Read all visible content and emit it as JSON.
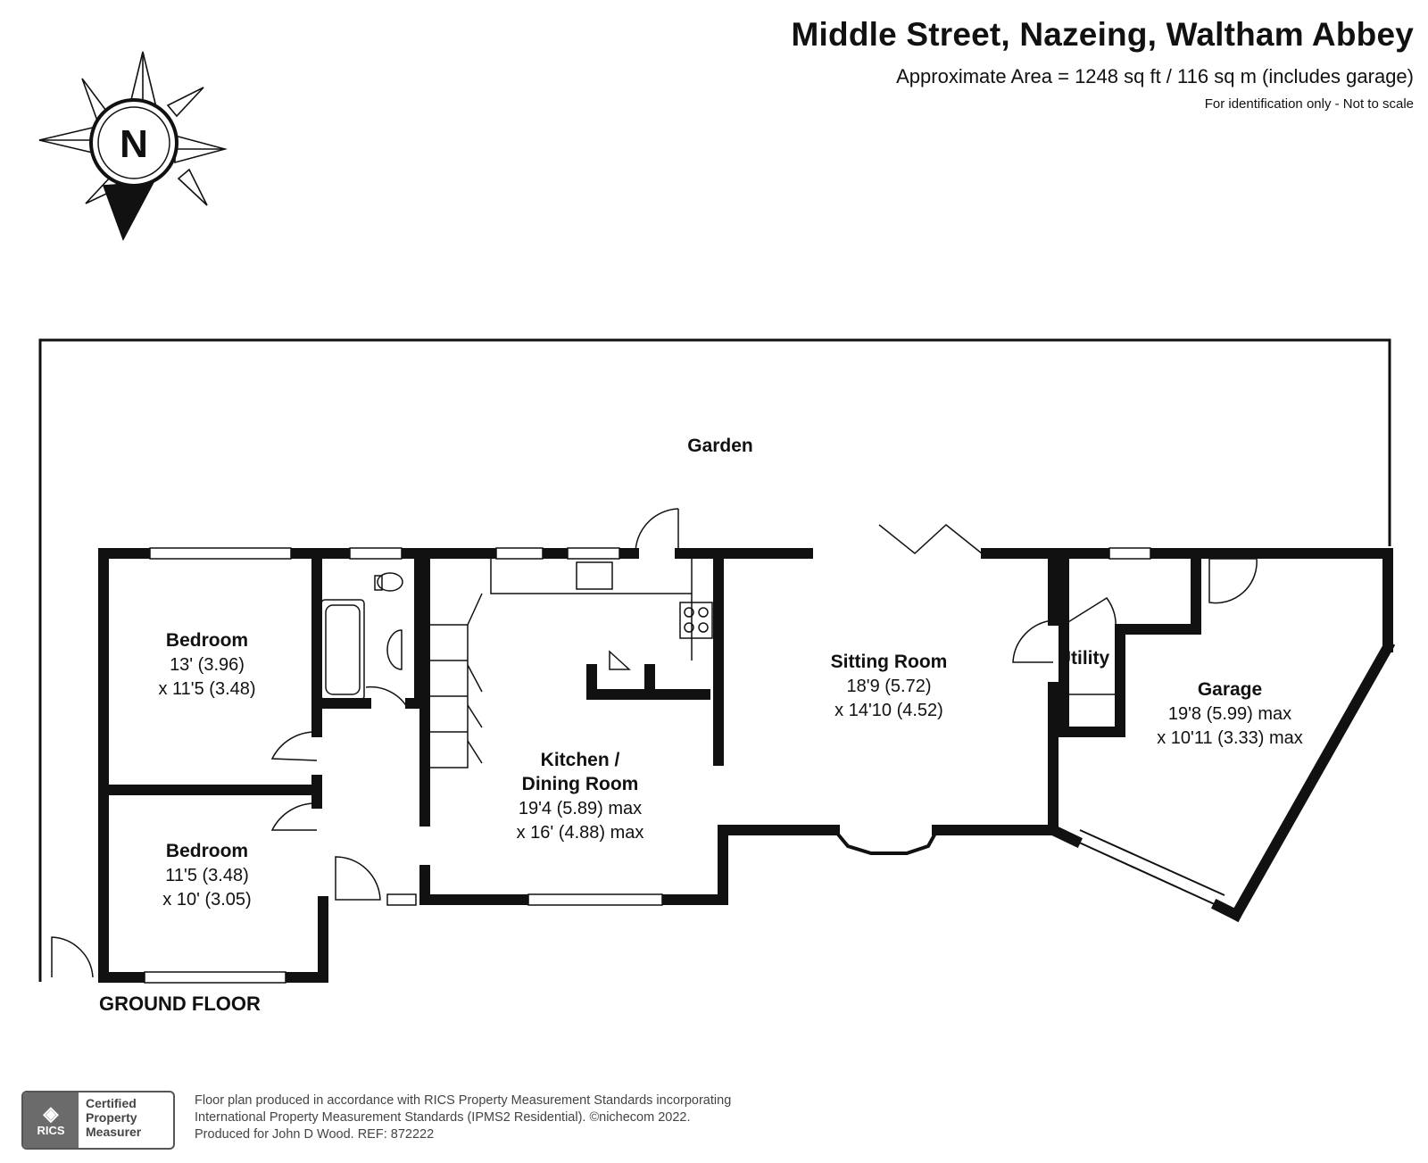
{
  "header": {
    "title": "Middle Street, Nazeing, Waltham Abbey",
    "area": "Approximate Area = 1248 sq ft / 116 sq m (includes garage)",
    "note": "For identification only - Not to scale"
  },
  "compass": {
    "letter": "N"
  },
  "garden": {
    "label": "Garden"
  },
  "rooms": {
    "bedroom1": {
      "name": "Bedroom",
      "dim1": "13' (3.96)",
      "dim2": "x 11'5 (3.48)"
    },
    "bedroom2": {
      "name": "Bedroom",
      "dim1": "11'5 (3.48)",
      "dim2": "x 10' (3.05)"
    },
    "kitchen": {
      "name1": "Kitchen /",
      "name2": "Dining Room",
      "dim1": "19'4 (5.89) max",
      "dim2": "x 16' (4.88) max"
    },
    "sitting": {
      "name": "Sitting Room",
      "dim1": "18'9 (5.72)",
      "dim2": "x 14'10 (4.52)"
    },
    "utility": {
      "name": "Utility"
    },
    "garage": {
      "name": "Garage",
      "dim1": "19'8 (5.99) max",
      "dim2": "x 10'11 (3.33) max"
    }
  },
  "floor_label": "GROUND FLOOR",
  "badge": {
    "org": "RICS",
    "line1": "Certified",
    "line2": "Property",
    "line3": "Measurer"
  },
  "footer": {
    "line1": "Floor plan produced in accordance with RICS Property Measurement Standards incorporating",
    "line2": "International Property Measurement Standards (IPMS2 Residential).   ©nichecom 2022.",
    "line3": "Produced for John D Wood.   REF:  872222"
  }
}
